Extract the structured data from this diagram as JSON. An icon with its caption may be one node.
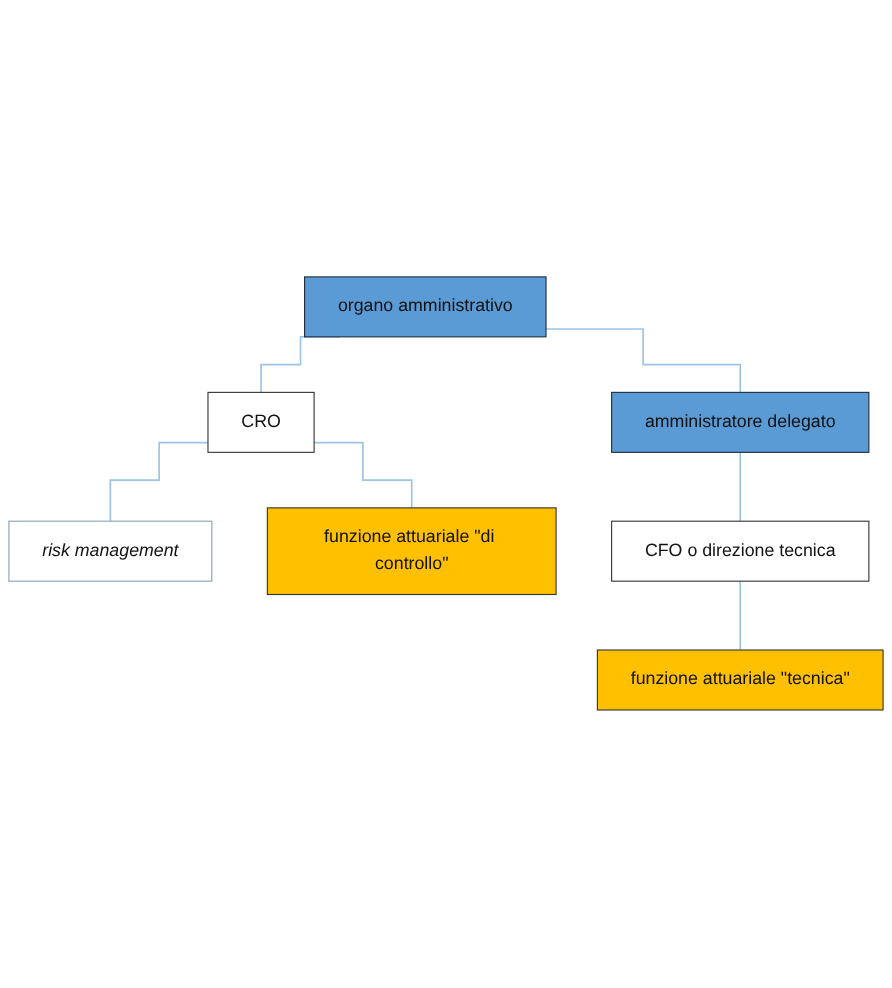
{
  "diagram": {
    "nodes": [
      {
        "text": [
          "organo amministrativo"
        ]
      },
      {
        "text": [
          "CRO"
        ]
      },
      {
        "text": [
          "risk management"
        ]
      },
      {
        "text": [
          "funzione attuariale \"di controllo\""
        ]
      },
      {
        "text": [
          "amministratore delegato"
        ]
      },
      {
        "text": [
          "CFO o direzione tecnica"
        ]
      },
      {
        "text": [
          "funzione attuariale \"tecnica\""
        ]
      }
    ],
    "edges": [
      {
        "from": 0,
        "to": 1,
        "arrow": "none"
      },
      {
        "from": 1,
        "to": 2,
        "arrow": "none"
      },
      {
        "from": 1,
        "to": 3,
        "arrow": "none"
      },
      {
        "from": 0,
        "to": 4,
        "arrow": "none"
      },
      {
        "from": 4,
        "to": 5,
        "arrow": "none"
      },
      {
        "from": 5,
        "to": 6,
        "arrow": "none"
      }
    ]
  }
}
